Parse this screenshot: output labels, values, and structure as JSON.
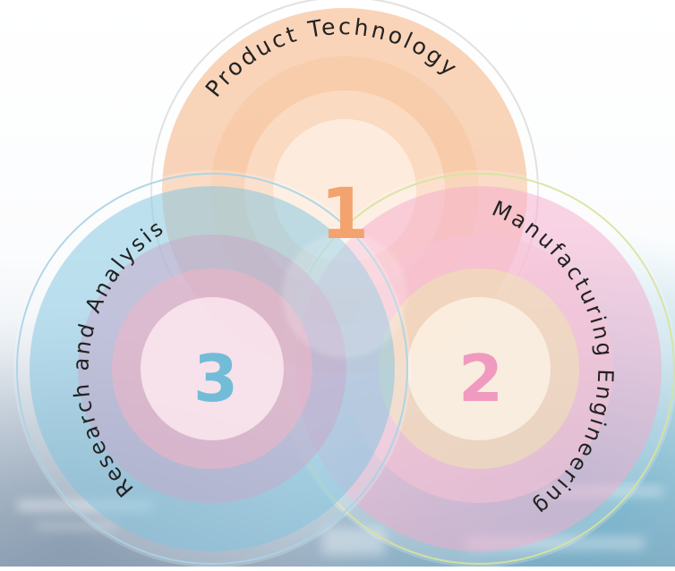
{
  "diagram": {
    "circles": [
      {
        "number": "1",
        "label": "Product Technology",
        "color": "#f3a36e",
        "ring_color": "#e0e0e0"
      },
      {
        "number": "2",
        "label": "Manufacturing Engineering",
        "color": "#f19ac0",
        "ring_color": "#d9e6a6"
      },
      {
        "number": "3",
        "label": "Research and Analysis",
        "color": "#72bcd8",
        "ring_color": "#a8d3e6"
      }
    ]
  }
}
